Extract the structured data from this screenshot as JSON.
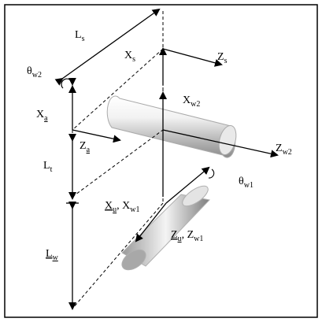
{
  "labels": {
    "L_s": {
      "base": "L",
      "sub": "s"
    },
    "X_s": {
      "base": "X",
      "sub": "s"
    },
    "Z_s": {
      "base": "Z",
      "sub": "s"
    },
    "theta_w2": {
      "base": "θ",
      "sub": "w2"
    },
    "X_a": {
      "base": "X",
      "sub": "a"
    },
    "Z_a": {
      "base": "Z",
      "sub": "a"
    },
    "X_w2": {
      "base": "X",
      "sub": "w2"
    },
    "Z_w2": {
      "base": "Z",
      "sub": "w2"
    },
    "L_t": {
      "base": "L",
      "sub": "t"
    },
    "theta_w1": {
      "base": "θ",
      "sub": "w1"
    },
    "X_u": {
      "base": "X",
      "sub": "u",
      "sep": ", ",
      "base2": "X",
      "sub2": "w1"
    },
    "Z_u": {
      "base": "Z",
      "sub": "u",
      "sep": ", ",
      "base2": "Z",
      "sub2": "w1"
    },
    "L_w": {
      "base": "L",
      "sub": "w"
    }
  },
  "colors": {
    "line": "#000000",
    "cylinder_light": "#ffffff",
    "cylinder_dark": "#8a8a8a",
    "squiggle": "#d01010"
  }
}
